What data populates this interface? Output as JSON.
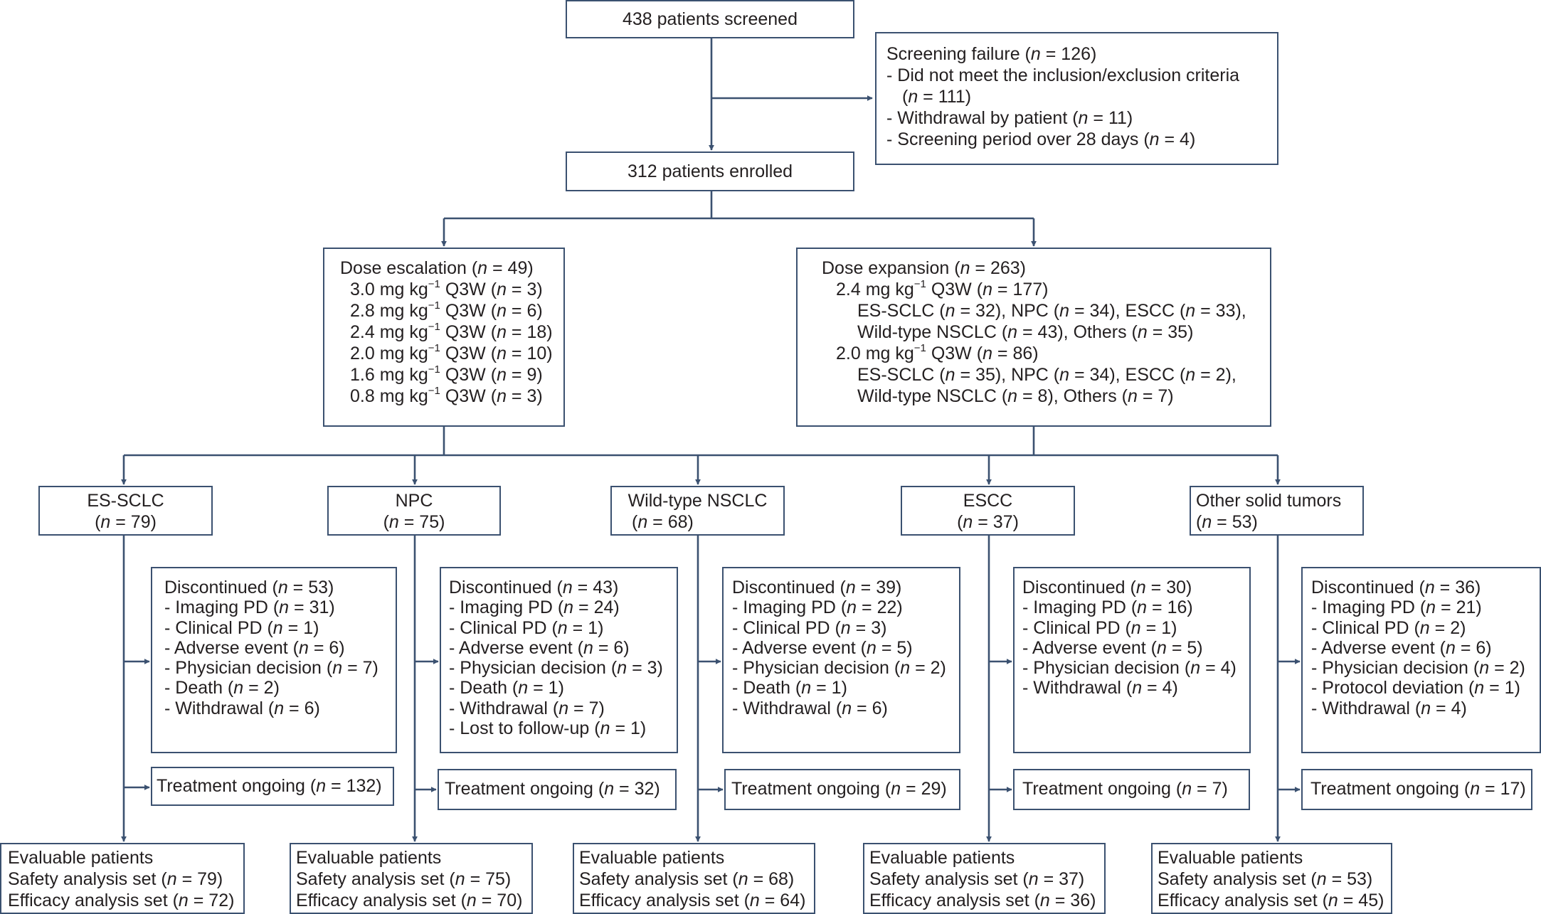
{
  "screened": {
    "text": "438 patients screened"
  },
  "screening_failure": {
    "title": [
      "Screening failure (",
      "n",
      " = 126)"
    ],
    "items": [
      [
        "- Did not meet the inclusion/exclusion criteria"
      ],
      [
        "(",
        "n",
        " = 111)"
      ],
      [
        "- Withdrawal by patient (",
        "n",
        " = 11)"
      ],
      [
        "- Screening period over 28 days (",
        "n",
        " =  4)"
      ]
    ]
  },
  "enrolled": {
    "text": "312 patients enrolled"
  },
  "dose_escalation": {
    "title": [
      "Dose escalation (",
      "n",
      " = 49)"
    ],
    "lines": [
      {
        "dose": "3.0 mg kg",
        "exp": "−1",
        "rest": [
          " Q3W (",
          "n",
          " = 3)"
        ]
      },
      {
        "dose": "2.8 mg kg",
        "exp": "−1",
        "rest": [
          " Q3W (",
          "n",
          " = 6)"
        ]
      },
      {
        "dose": "2.4 mg kg",
        "exp": "−1",
        "rest": [
          " Q3W (",
          "n",
          " = 18)"
        ]
      },
      {
        "dose": "2.0 mg kg",
        "exp": "−1",
        "rest": [
          " Q3W (",
          "n",
          " = 10)"
        ]
      },
      {
        "dose": "1.6 mg kg",
        "exp": "−1",
        "rest": [
          " Q3W (",
          "n",
          " = 9)"
        ]
      },
      {
        "dose": "0.8 mg kg",
        "exp": "−1",
        "rest": [
          " Q3W (",
          "n",
          " = 3)"
        ]
      }
    ]
  },
  "dose_expansion": {
    "title": [
      "Dose expansion (",
      "n",
      " = 263)"
    ],
    "groups": [
      {
        "dose": "2.4 mg kg",
        "exp": "−1",
        "rest": [
          " Q3W (",
          "n",
          " = 177)"
        ],
        "sub": [
          [
            "ES-SCLC (",
            "n",
            " = 32), NPC (",
            "n",
            " = 34), ESCC (",
            "n",
            " = 33),"
          ],
          [
            "Wild-type NSCLC (",
            "n",
            " = 43), Others (",
            "n",
            " = 35)"
          ]
        ]
      },
      {
        "dose": "2.0 mg kg",
        "exp": "−1",
        "rest": [
          " Q3W (",
          "n",
          " = 86)"
        ],
        "sub": [
          [
            "ES-SCLC (",
            "n",
            " = 35), NPC (",
            "n",
            " = 34), ESCC (",
            "n",
            " = 2),"
          ],
          [
            "Wild-type NSCLC (",
            "n",
            " = 8), Others (",
            "n",
            " = 7)"
          ]
        ]
      }
    ]
  },
  "columns": [
    {
      "tumor": [
        [
          "ES-SCLC"
        ],
        [
          "(",
          "n",
          " = 79)"
        ]
      ],
      "discontinued": [
        [
          "Discontinued (",
          "n",
          " = 53)"
        ],
        [
          "- Imaging PD (",
          "n",
          " = 31)"
        ],
        [
          "- Clinical PD (",
          "n",
          " = 1)"
        ],
        [
          "- Adverse event (",
          "n",
          " = 6)"
        ],
        [
          "- Physician decision (",
          "n",
          " = 7)"
        ],
        [
          "- Death (",
          "n",
          " = 2)"
        ],
        [
          "- Withdrawal (",
          "n",
          " = 6)"
        ]
      ],
      "ongoing": [
        "Treatment ongoing (",
        "n",
        " = 132)"
      ],
      "evaluable": [
        [
          "Evaluable patients"
        ],
        [
          "Safety analysis set (",
          "n",
          " = 79)"
        ],
        [
          "Efficacy analysis set (",
          "n",
          " = 72)"
        ]
      ]
    },
    {
      "tumor": [
        [
          "NPC"
        ],
        [
          "(",
          "n",
          " = 75)"
        ]
      ],
      "discontinued": [
        [
          "Discontinued (",
          "n",
          " = 43)"
        ],
        [
          "- Imaging PD (",
          "n",
          " = 24)"
        ],
        [
          "- Clinical PD (",
          "n",
          " = 1)"
        ],
        [
          "- Adverse event (",
          "n",
          " = 6)"
        ],
        [
          "- Physician decision (",
          "n",
          " = 3)"
        ],
        [
          "- Death (",
          "n",
          " = 1)"
        ],
        [
          "- Withdrawal (",
          "n",
          " = 7)"
        ],
        [
          "- Lost to follow-up (",
          "n",
          " = 1)"
        ]
      ],
      "ongoing": [
        "Treatment ongoing (",
        "n",
        " = 32)"
      ],
      "evaluable": [
        [
          "Evaluable patients"
        ],
        [
          "Safety analysis set (",
          "n",
          " = 75)"
        ],
        [
          "Efficacy analysis set (",
          "n",
          " = 70)"
        ]
      ]
    },
    {
      "tumor": [
        [
          "Wild-type NSCLC"
        ],
        [
          "(",
          "n",
          " = 68)"
        ]
      ],
      "discontinued": [
        [
          "Discontinued (",
          "n",
          " = 39)"
        ],
        [
          "- Imaging PD (",
          "n",
          " = 22)"
        ],
        [
          "- Clinical PD (",
          "n",
          " = 3)"
        ],
        [
          "- Adverse event (",
          "n",
          " = 5)"
        ],
        [
          "- Physician decision (",
          "n",
          " = 2)"
        ],
        [
          "- Death (",
          "n",
          " = 1)"
        ],
        [
          "- Withdrawal (",
          "n",
          " = 6)"
        ]
      ],
      "ongoing": [
        "Treatment ongoing (",
        "n",
        " = 29)"
      ],
      "evaluable": [
        [
          "Evaluable patients"
        ],
        [
          "Safety analysis set (",
          "n",
          " = 68)"
        ],
        [
          "Efficacy analysis set (",
          "n",
          " = 64)"
        ]
      ]
    },
    {
      "tumor": [
        [
          "ESCC"
        ],
        [
          "(",
          "n",
          " = 37)"
        ]
      ],
      "discontinued": [
        [
          "Discontinued (",
          "n",
          " = 30)"
        ],
        [
          "- Imaging PD (",
          "n",
          " = 16)"
        ],
        [
          "- Clinical PD (",
          "n",
          " = 1)"
        ],
        [
          "- Adverse event (",
          "n",
          " = 5)"
        ],
        [
          "- Physician decision (",
          "n",
          " = 4)"
        ],
        [
          "- Withdrawal (",
          "n",
          " = 4)"
        ]
      ],
      "ongoing": [
        "Treatment ongoing (",
        "n",
        " = 7)"
      ],
      "evaluable": [
        [
          "Evaluable patients"
        ],
        [
          "Safety analysis set (",
          "n",
          " = 37)"
        ],
        [
          "Efficacy analysis set (",
          "n",
          " = 36)"
        ]
      ]
    },
    {
      "tumor": [
        [
          "Other solid tumors"
        ],
        [
          "(",
          "n",
          " = 53)"
        ]
      ],
      "discontinued": [
        [
          "Discontinued (",
          "n",
          " = 36)"
        ],
        [
          "- Imaging PD (",
          "n",
          " = 21)"
        ],
        [
          "- Clinical PD (",
          "n",
          " = 2)"
        ],
        [
          "- Adverse event (",
          "n",
          " = 6)"
        ],
        [
          "- Physician decision (",
          "n",
          " = 2)"
        ],
        [
          "- Protocol deviation (",
          "n",
          " = 1)"
        ],
        [
          "- Withdrawal (",
          "n",
          " = 4)"
        ]
      ],
      "ongoing": [
        "Treatment ongoing (",
        "n",
        " = 17)"
      ],
      "evaluable": [
        [
          "Evaluable patients"
        ],
        [
          "Safety analysis set (",
          "n",
          " = 53)"
        ],
        [
          "Efficacy analysis set (",
          "n",
          " = 45)"
        ]
      ]
    }
  ]
}
